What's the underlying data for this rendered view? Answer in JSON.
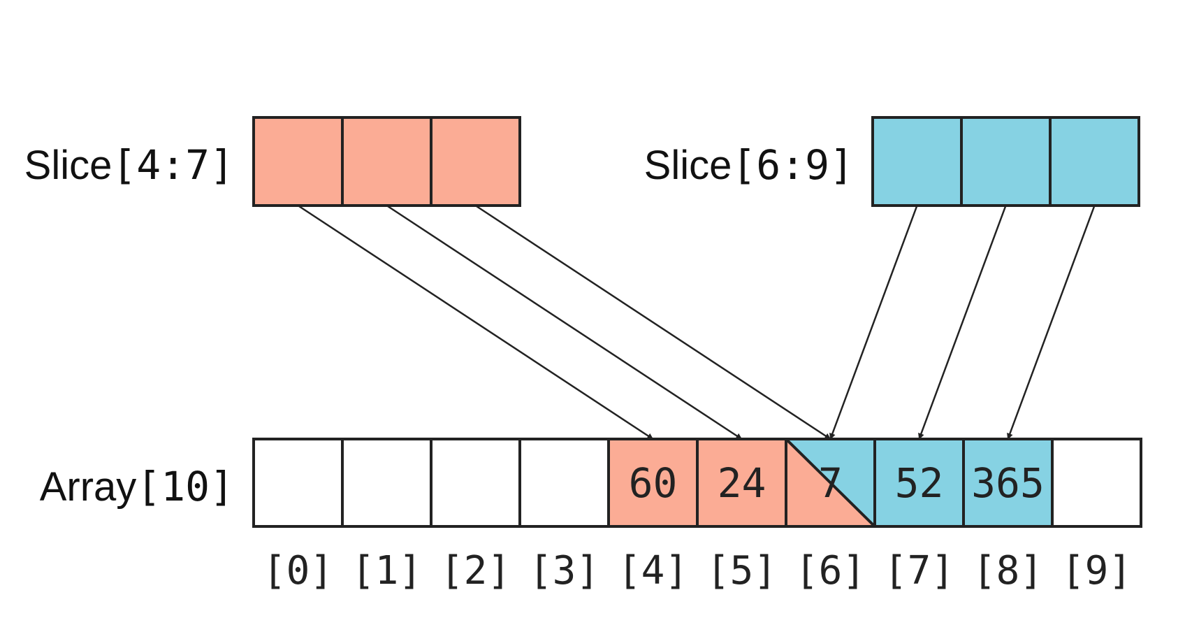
{
  "colors": {
    "slice_a": "#FBAC95",
    "slice_b": "#86D2E3",
    "empty": "#FFFFFF",
    "stroke": "#222222"
  },
  "slice_a": {
    "name": "Slice",
    "range": "[4:7]",
    "start": 4,
    "length": 3
  },
  "slice_b": {
    "name": "Slice",
    "range": "[6:9]",
    "start": 6,
    "length": 3
  },
  "array": {
    "name": "Array",
    "size_text": "[10]",
    "values": [
      "",
      "",
      "",
      "",
      "60",
      "24",
      "7",
      "52",
      "365",
      ""
    ],
    "indices": [
      "[0]",
      "[1]",
      "[2]",
      "[3]",
      "[4]",
      "[5]",
      "[6]",
      "[7]",
      "[8]",
      "[9]"
    ]
  }
}
